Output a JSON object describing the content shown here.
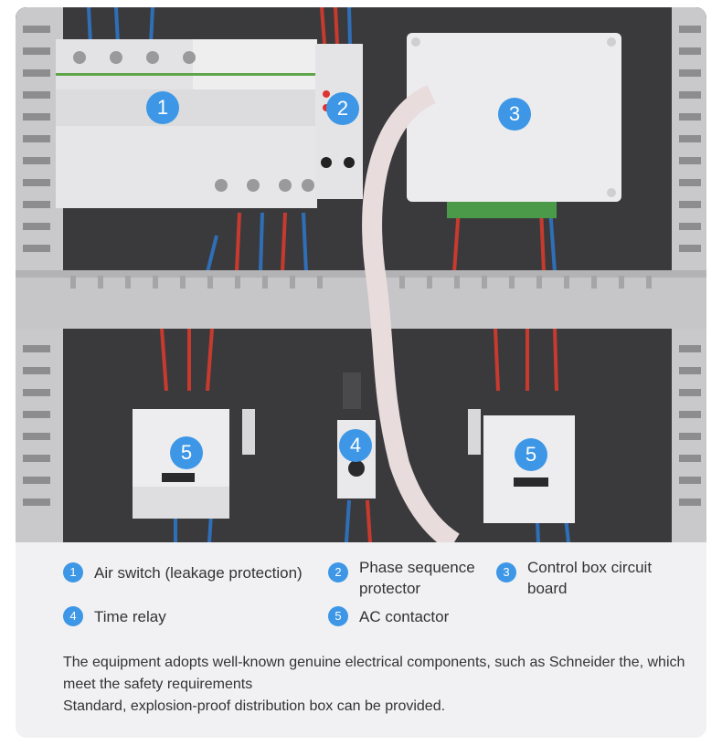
{
  "markers": [
    "1",
    "2",
    "3",
    "4",
    "5",
    "5"
  ],
  "legend": [
    {
      "num": "1",
      "label": "Air switch (leakage protection)"
    },
    {
      "num": "2",
      "label": "Phase sequence protector"
    },
    {
      "num": "3",
      "label": "Control box circuit board"
    },
    {
      "num": "4",
      "label": "Time relay"
    },
    {
      "num": "5",
      "label": "AC contactor"
    }
  ],
  "description": {
    "line1": "The equipment adopts well-known genuine electrical components, such as Schneider the, which meet the safety requirements",
    "line2": "Standard, explosion-proof distribution box can be provided."
  },
  "colors": {
    "accent": "#3d97e6",
    "text": "#333333",
    "panel": "#f1f1f3"
  }
}
